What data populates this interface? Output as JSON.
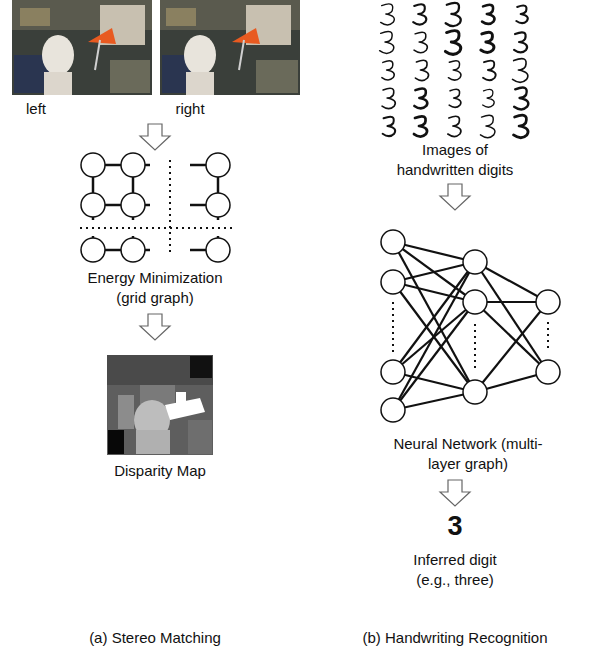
{
  "diagram": {
    "labels": [
      "left",
      "right",
      "Energy Minimization (grid graph)",
      "Disparity Map",
      "(a) Stereo Matching",
      "Images of handwritten digits",
      "Neural Network (multi-layer graph)",
      "3",
      "Inferred digit (e.g., three)",
      "(b) Handwriting Recognition"
    ]
  }
}
